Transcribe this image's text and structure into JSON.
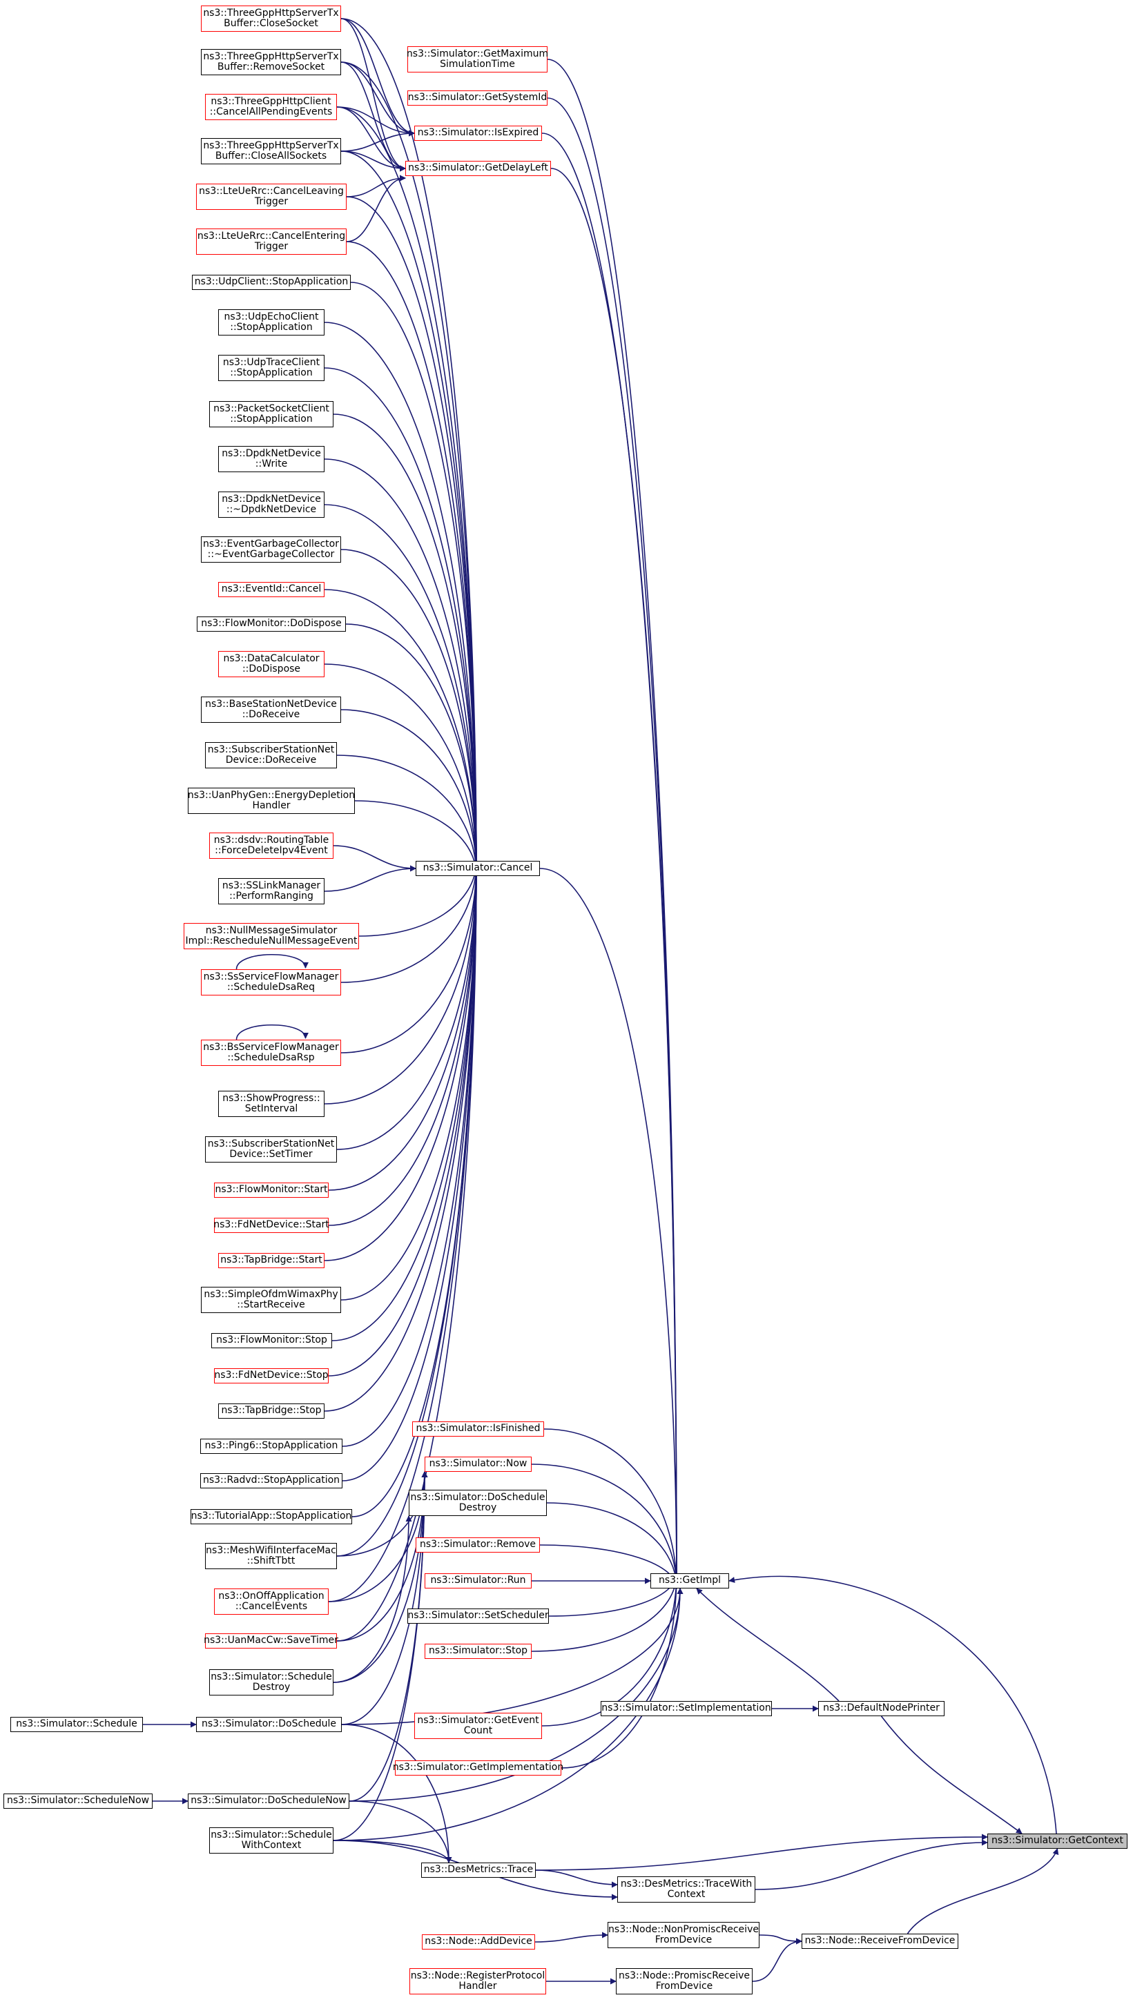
{
  "colors": {
    "edge": "#191970",
    "border_linked": "#ff0000",
    "border_plain": "#000000",
    "focus_fill": "#bfbfbf"
  },
  "nodes": [
    {
      "id": "n01",
      "label": "ns3::ThreeGppHttpServerTx\nBuffer::CloseSocket",
      "red": true
    },
    {
      "id": "n02",
      "label": "ns3::ThreeGppHttpServerTx\nBuffer::RemoveSocket",
      "red": false
    },
    {
      "id": "n03",
      "label": "ns3::ThreeGppHttpClient\n::CancelAllPendingEvents",
      "red": true
    },
    {
      "id": "n04",
      "label": "ns3::ThreeGppHttpServerTx\nBuffer::CloseAllSockets",
      "red": false
    },
    {
      "id": "n05",
      "label": "ns3::LteUeRrc::CancelLeaving\nTrigger",
      "red": true
    },
    {
      "id": "n06",
      "label": "ns3::LteUeRrc::CancelEntering\nTrigger",
      "red": true
    },
    {
      "id": "n07",
      "label": "ns3::UdpClient::StopApplication",
      "red": false
    },
    {
      "id": "n08",
      "label": "ns3::UdpEchoClient\n::StopApplication",
      "red": false
    },
    {
      "id": "n09",
      "label": "ns3::UdpTraceClient\n::StopApplication",
      "red": false
    },
    {
      "id": "n10",
      "label": "ns3::PacketSocketClient\n::StopApplication",
      "red": false
    },
    {
      "id": "n11",
      "label": "ns3::DpdkNetDevice\n::Write",
      "red": false
    },
    {
      "id": "n12",
      "label": "ns3::DpdkNetDevice\n::~DpdkNetDevice",
      "red": false
    },
    {
      "id": "n13",
      "label": "ns3::EventGarbageCollector\n::~EventGarbageCollector",
      "red": false
    },
    {
      "id": "n14",
      "label": "ns3::EventId::Cancel",
      "red": true
    },
    {
      "id": "n15",
      "label": "ns3::FlowMonitor::DoDispose",
      "red": false
    },
    {
      "id": "n16",
      "label": "ns3::DataCalculator\n::DoDispose",
      "red": true
    },
    {
      "id": "n17",
      "label": "ns3::BaseStationNetDevice\n::DoReceive",
      "red": false
    },
    {
      "id": "n18",
      "label": "ns3::SubscriberStationNet\nDevice::DoReceive",
      "red": false
    },
    {
      "id": "n19",
      "label": "ns3::UanPhyGen::EnergyDepletion\nHandler",
      "red": false
    },
    {
      "id": "n20",
      "label": "ns3::dsdv::RoutingTable\n::ForceDeleteIpv4Event",
      "red": true
    },
    {
      "id": "n21",
      "label": "ns3::SSLinkManager\n::PerformRanging",
      "red": false
    },
    {
      "id": "n22",
      "label": "ns3::NullMessageSimulator\nImpl::RescheduleNullMessageEvent",
      "red": true
    },
    {
      "id": "n23",
      "label": "ns3::SsServiceFlowManager\n::ScheduleDsaReq",
      "red": true
    },
    {
      "id": "n24",
      "label": "ns3::BsServiceFlowManager\n::ScheduleDsaRsp",
      "red": true
    },
    {
      "id": "n25",
      "label": "ns3::ShowProgress::\nSetInterval",
      "red": false
    },
    {
      "id": "n26",
      "label": "ns3::SubscriberStationNet\nDevice::SetTimer",
      "red": false
    },
    {
      "id": "n27",
      "label": "ns3::FlowMonitor::Start",
      "red": true
    },
    {
      "id": "n28",
      "label": "ns3::FdNetDevice::Start",
      "red": true
    },
    {
      "id": "n29",
      "label": "ns3::TapBridge::Start",
      "red": true
    },
    {
      "id": "n30",
      "label": "ns3::SimpleOfdmWimaxPhy\n::StartReceive",
      "red": false
    },
    {
      "id": "n31",
      "label": "ns3::FlowMonitor::Stop",
      "red": false
    },
    {
      "id": "n32",
      "label": "ns3::FdNetDevice::Stop",
      "red": true
    },
    {
      "id": "n33",
      "label": "ns3::TapBridge::Stop",
      "red": false
    },
    {
      "id": "n34",
      "label": "ns3::Ping6::StopApplication",
      "red": false
    },
    {
      "id": "n35",
      "label": "ns3::Radvd::StopApplication",
      "red": false
    },
    {
      "id": "n36",
      "label": "ns3::TutorialApp::StopApplication",
      "red": false
    },
    {
      "id": "n37",
      "label": "ns3::MeshWifiInterfaceMac\n::ShiftTbtt",
      "red": false
    },
    {
      "id": "n38",
      "label": "ns3::OnOffApplication\n::CancelEvents",
      "red": true
    },
    {
      "id": "n39",
      "label": "ns3::UanMacCw::SaveTimer",
      "red": true
    },
    {
      "id": "n40",
      "label": "ns3::Simulator::Schedule\nDestroy",
      "red": false
    },
    {
      "id": "n41",
      "label": "ns3::Simulator::DoSchedule",
      "red": false
    },
    {
      "id": "n42",
      "label": "ns3::Simulator::DoScheduleNow",
      "red": false
    },
    {
      "id": "n43",
      "label": "ns3::Simulator::Schedule\nWithContext",
      "red": false
    },
    {
      "id": "n44",
      "label": "ns3::Simulator::Schedule",
      "red": false
    },
    {
      "id": "n45",
      "label": "ns3::Simulator::ScheduleNow",
      "red": false
    },
    {
      "id": "n46",
      "label": "ns3::Simulator::GetMaximum\nSimulationTime",
      "red": true
    },
    {
      "id": "n47",
      "label": "ns3::Simulator::GetSystemId",
      "red": true
    },
    {
      "id": "n48",
      "label": "ns3::Simulator::IsExpired",
      "red": true
    },
    {
      "id": "n49",
      "label": "ns3::Simulator::GetDelayLeft",
      "red": true
    },
    {
      "id": "n50",
      "label": "ns3::Simulator::Cancel",
      "red": false
    },
    {
      "id": "n51",
      "label": "ns3::Simulator::IsFinished",
      "red": true
    },
    {
      "id": "n52",
      "label": "ns3::Simulator::Now",
      "red": true
    },
    {
      "id": "n53",
      "label": "ns3::Simulator::DoSchedule\nDestroy",
      "red": false
    },
    {
      "id": "n54",
      "label": "ns3::Simulator::Remove",
      "red": true
    },
    {
      "id": "n55",
      "label": "ns3::Simulator::Run",
      "red": true
    },
    {
      "id": "n56",
      "label": "ns3::Simulator::SetScheduler",
      "red": false
    },
    {
      "id": "n57",
      "label": "ns3::Simulator::Stop",
      "red": true
    },
    {
      "id": "n58",
      "label": "ns3::Simulator::GetEvent\nCount",
      "red": true
    },
    {
      "id": "n59",
      "label": "ns3::Simulator::GetImplementation",
      "red": true
    },
    {
      "id": "n60",
      "label": "ns3::DesMetrics::Trace",
      "red": false
    },
    {
      "id": "n61",
      "label": "ns3::GetImpl",
      "red": false
    },
    {
      "id": "n62",
      "label": "ns3::Simulator::SetImplementation",
      "red": false
    },
    {
      "id": "n63",
      "label": "ns3::DesMetrics::TraceWith\nContext",
      "red": false
    },
    {
      "id": "n64",
      "label": "ns3::DefaultNodePrinter",
      "red": false
    },
    {
      "id": "n65",
      "label": "ns3::Node::AddDevice",
      "red": true
    },
    {
      "id": "n66",
      "label": "ns3::Node::NonPromiscReceive\nFromDevice",
      "red": false
    },
    {
      "id": "n67",
      "label": "ns3::Node::RegisterProtocol\nHandler",
      "red": true
    },
    {
      "id": "n68",
      "label": "ns3::Node::PromiscReceive\nFromDevice",
      "red": false
    },
    {
      "id": "n69",
      "label": "ns3::Node::ReceiveFromDevice",
      "red": false
    },
    {
      "id": "n70",
      "label": "ns3::Simulator::GetContext",
      "red": false,
      "focus": true
    }
  ]
}
